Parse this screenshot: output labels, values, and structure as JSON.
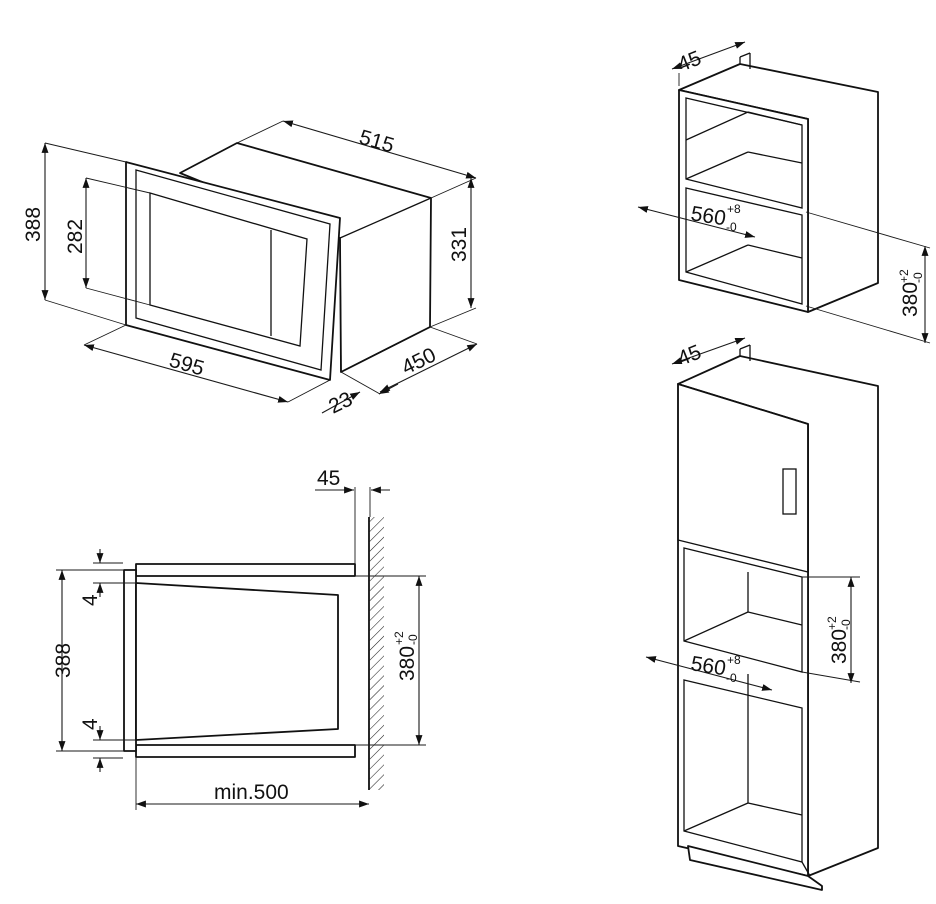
{
  "labels": {
    "d515": "515",
    "d388_iso": "388",
    "d282": "282",
    "d331": "331",
    "d595": "595",
    "d450": "450",
    "d23": "23",
    "d45_top": "45",
    "d560_top": "560",
    "d560_top_tol_up": "+8",
    "d560_top_tol_dn": "-0",
    "d380_top": "380",
    "d380_top_tol_up": "+2",
    "d380_top_tol_dn": "-0",
    "d45_side": "45",
    "d4_upper": "4",
    "d4_lower": "4",
    "d388_side": "388",
    "d380_side": "380",
    "d380_side_tol_up": "+2",
    "d380_side_tol_dn": "-0",
    "dmin500": "min.500",
    "d45_tall": "45",
    "d380_tall": "380",
    "d380_tall_tol_up": "+2",
    "d380_tall_tol_dn": "-0",
    "d560_tall": "560",
    "d560_tall_tol_up": "+8",
    "d560_tall_tol_dn": "-0"
  }
}
